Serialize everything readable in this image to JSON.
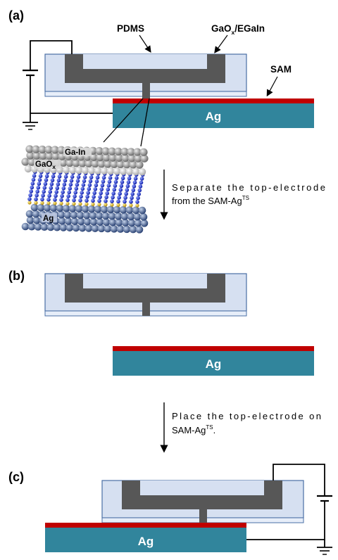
{
  "panels": {
    "a": {
      "label": "(a)",
      "pdms_label": "PDMS",
      "electrode_label_main": "GaO",
      "electrode_label_sub": "x",
      "electrode_label_rest": "/EGaIn",
      "sam_label": "SAM",
      "substrate_label": "Ag",
      "inset": {
        "gain_label": "Ga-In",
        "gaox_main": "GaO",
        "gaox_sub": "x",
        "ag_label": "Ag"
      },
      "step_text_line1": "Separate the top-electrode",
      "step_text_line2_main": "from the SAM-Ag",
      "step_text_line2_sup": "TS"
    },
    "b": {
      "label": "(b)",
      "substrate_label": "Ag",
      "step_text_line1": "Place the top-electrode on",
      "step_text_line2_main": "SAM-Ag",
      "step_text_line2_sup": "TS",
      "step_text_line2_end": "."
    },
    "c": {
      "label": "(c)",
      "substrate_label": "Ag"
    }
  },
  "colors": {
    "pdms_fill": "#d6e0f1",
    "pdms_stroke": "#4a6fa5",
    "electrode": "#575757",
    "sam": "#c00000",
    "silver_substrate": "#31859c",
    "wire": "#000000"
  }
}
